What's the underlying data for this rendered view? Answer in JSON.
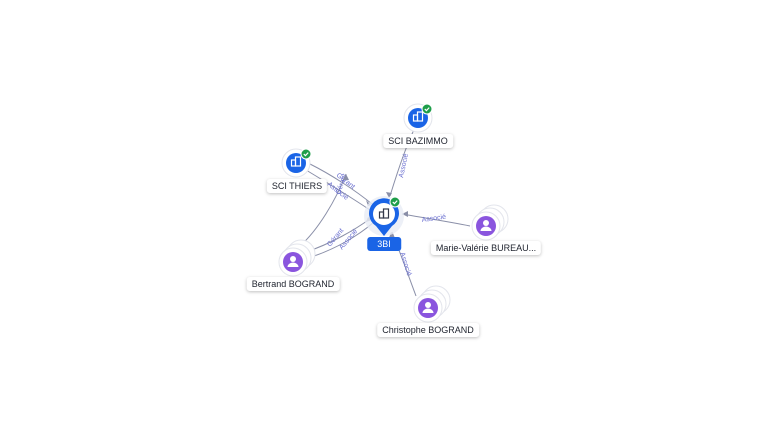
{
  "colors": {
    "company": "#1a64e6",
    "person": "#8a55de",
    "verified": "#1e9e4a",
    "edge": "#8a8fa8",
    "edge_label": "#6a6fd0"
  },
  "center": {
    "label": "3BI",
    "icon": "building-icon",
    "verified": true
  },
  "companies": [
    {
      "label": "SCI BAZIMMO",
      "icon": "building-icon",
      "verified": true
    },
    {
      "label": "SCI THIERS",
      "icon": "building-icon",
      "verified": true
    }
  ],
  "persons": [
    {
      "label": "Marie-Valérie BUREAU...",
      "icon": "person-icon"
    },
    {
      "label": "Bertrand BOGRAND",
      "icon": "person-icon"
    },
    {
      "label": "Christophe BOGRAND",
      "icon": "person-icon"
    }
  ],
  "edges": [
    {
      "from": "SCI BAZIMMO",
      "to": "3BI",
      "label": "Associé"
    },
    {
      "from": "SCI THIERS",
      "to": "3BI",
      "label": "Gérant"
    },
    {
      "from": "SCI THIERS",
      "to": "3BI",
      "label": "Associé"
    },
    {
      "from": "Bertrand BOGRAND",
      "to": "3BI",
      "label": "Gérant"
    },
    {
      "from": "Bertrand BOGRAND",
      "to": "3BI",
      "label": "Associé"
    },
    {
      "from": "Bertrand BOGRAND",
      "to": "SCI THIERS",
      "label": "Gérant"
    },
    {
      "from": "Marie-Valérie BUREAU...",
      "to": "3BI",
      "label": "Associé"
    },
    {
      "from": "Christophe BOGRAND",
      "to": "3BI",
      "label": "Associé"
    }
  ]
}
